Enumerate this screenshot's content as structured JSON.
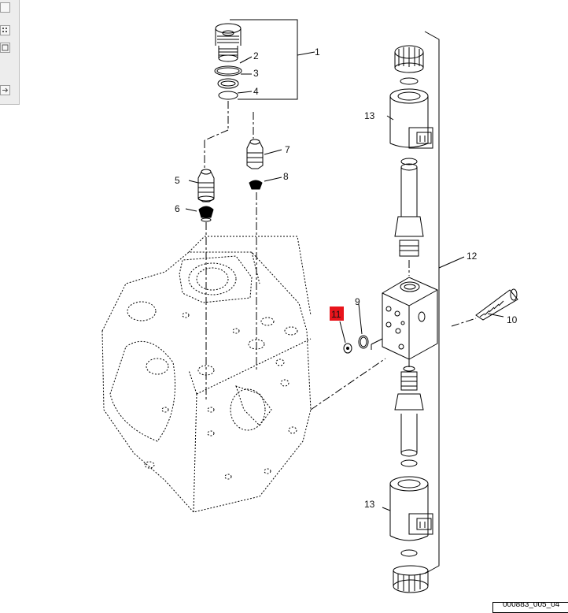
{
  "toolbar": {
    "buttons": [
      {
        "icon": "zoom-icon"
      },
      {
        "icon": "grid-icon"
      },
      {
        "icon": "fit-page-icon"
      },
      {
        "icon": "next-arrow-icon"
      }
    ]
  },
  "diagram": {
    "callouts": [
      "1",
      "2",
      "3",
      "4",
      "5",
      "6",
      "7",
      "8",
      "9",
      "10",
      "11",
      "12",
      "13",
      "13"
    ],
    "highlighted_callout": "11",
    "highlight_color": "#e8141b",
    "drawing_code": "000883_005_04"
  }
}
